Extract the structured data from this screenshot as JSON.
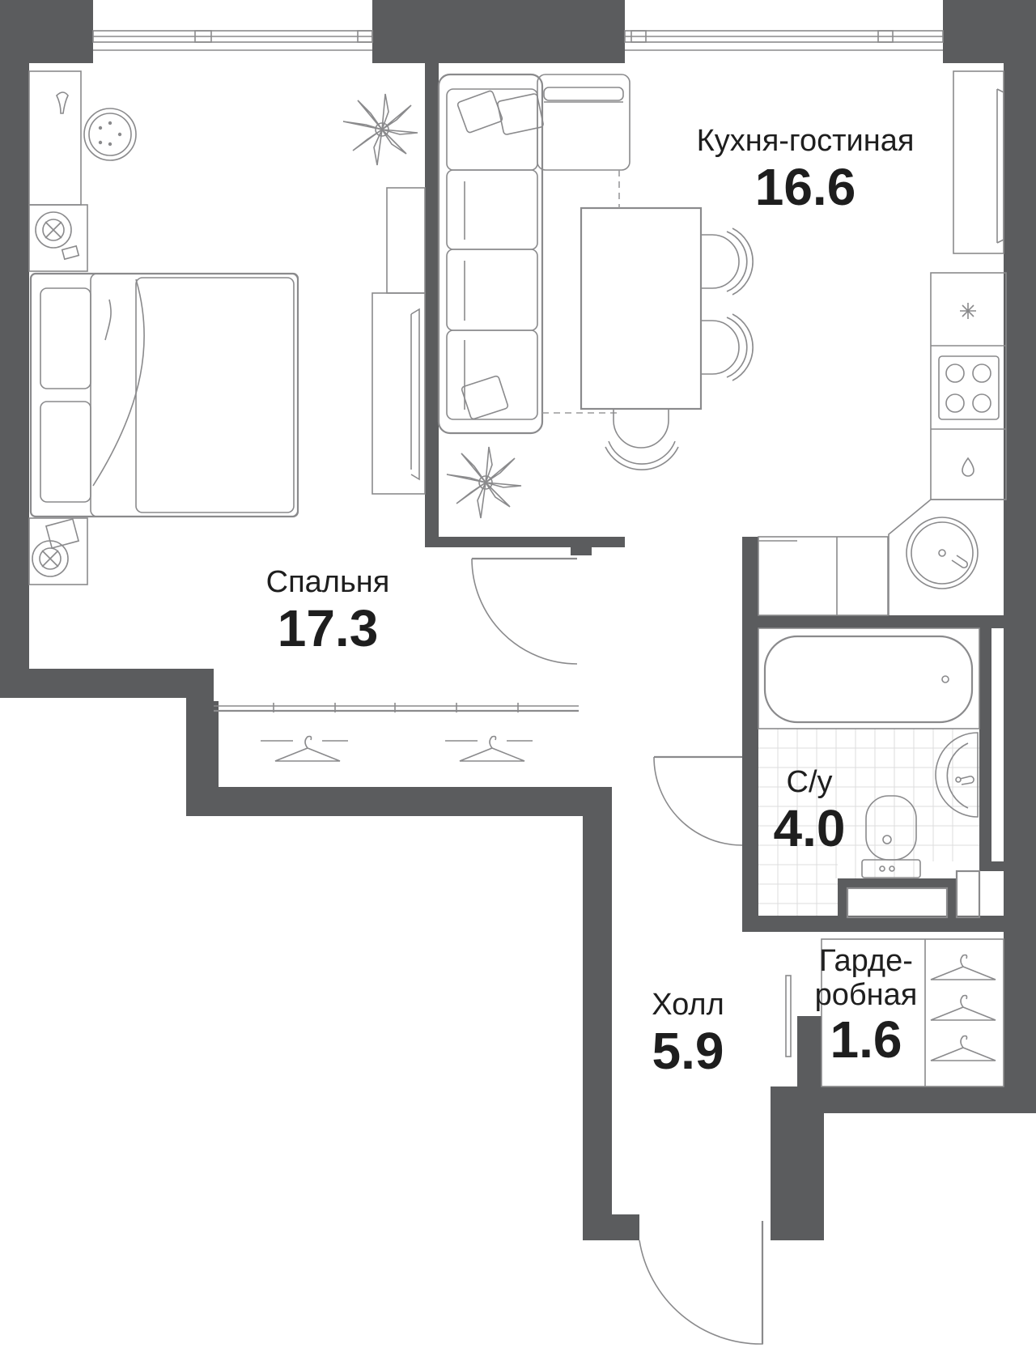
{
  "plan": {
    "wall_color": "#5b5c5e",
    "rooms": [
      {
        "id": "living",
        "name": "Кухня-гостиная",
        "area": "16.6"
      },
      {
        "id": "bedroom",
        "name": "Спальня",
        "area": "17.3"
      },
      {
        "id": "bathroom",
        "name": "С/у",
        "area": "4.0"
      },
      {
        "id": "hall",
        "name": "Холл",
        "area": "5.9"
      },
      {
        "id": "wardrobe",
        "name": "Гарде-\nробная",
        "name_line1": "Гарде-",
        "name_line2": "робная",
        "area": "1.6"
      }
    ]
  }
}
